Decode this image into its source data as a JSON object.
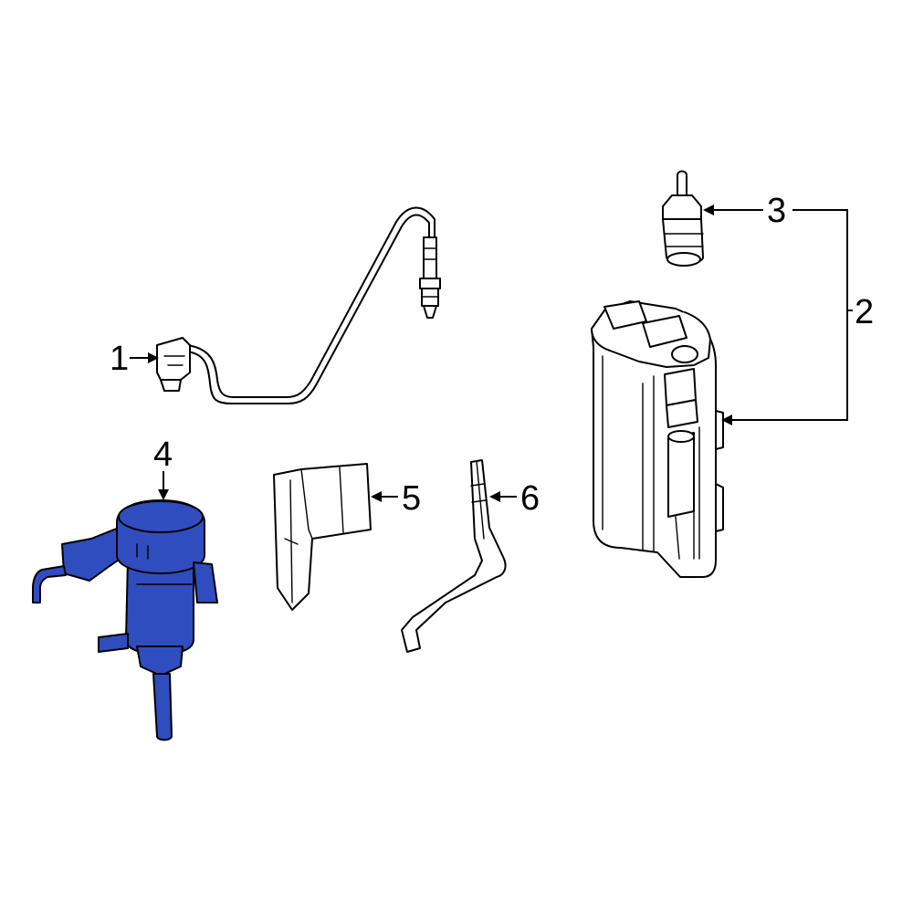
{
  "callouts": [
    {
      "id": "1",
      "label": "1"
    },
    {
      "id": "2",
      "label": "2"
    },
    {
      "id": "3",
      "label": "3"
    },
    {
      "id": "4",
      "label": "4"
    },
    {
      "id": "5",
      "label": "5"
    },
    {
      "id": "6",
      "label": "6"
    }
  ],
  "highlight_color": "#2f4dbf",
  "highlighted_callout": "4"
}
